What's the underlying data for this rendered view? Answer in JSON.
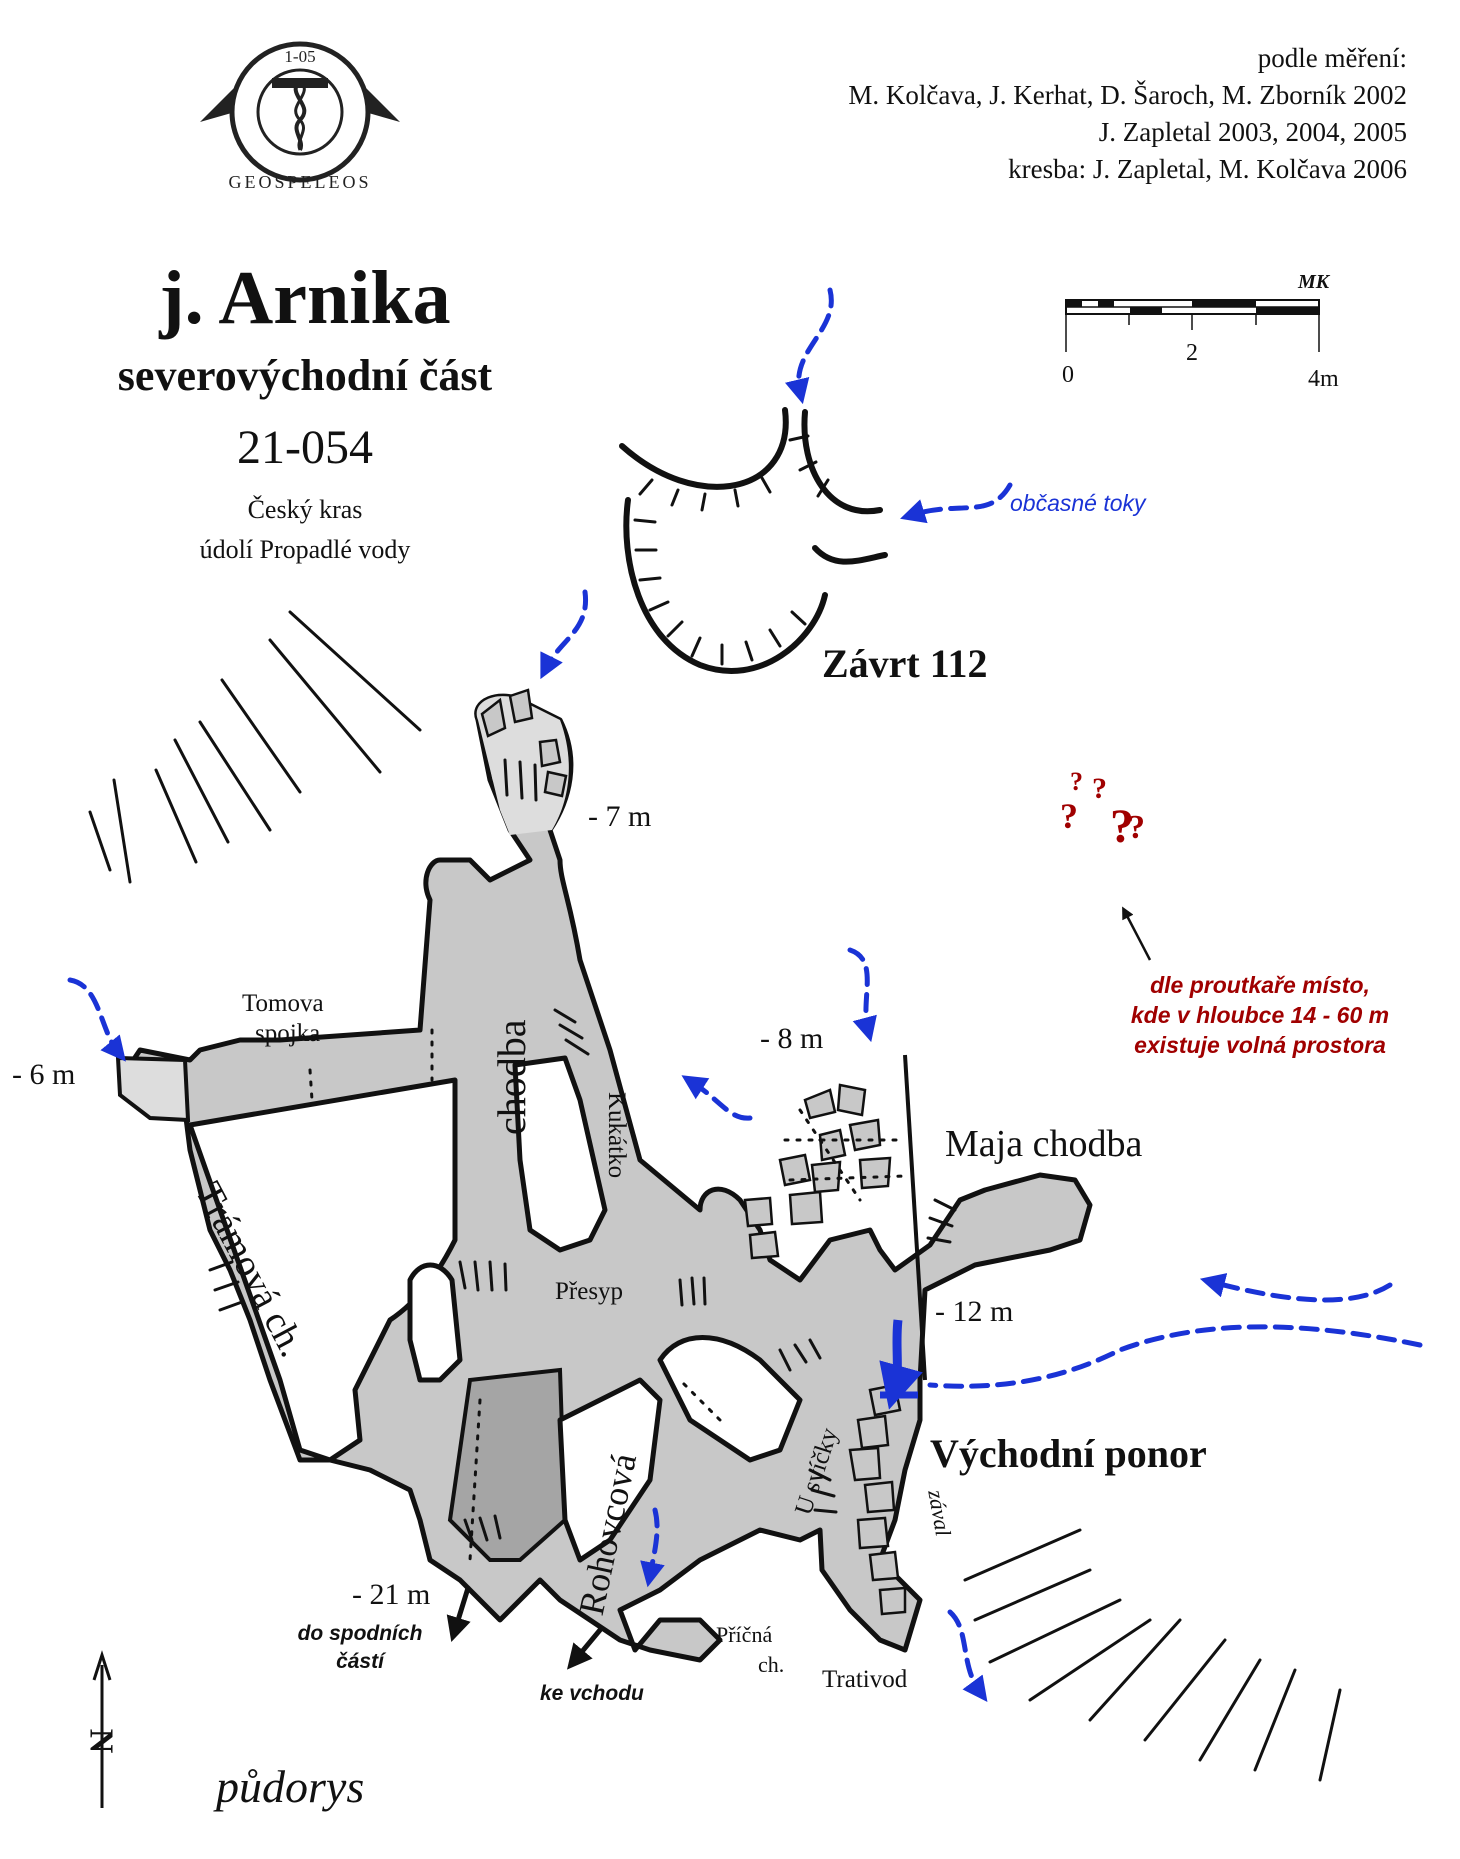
{
  "logo": {
    "code": "1-05",
    "ring_text": "GEOSPELEOS"
  },
  "credits": {
    "line1": "podle měření:",
    "line2": "M. Kolčava, J. Kerhat, D. Šaroch, M. Zborník 2002",
    "line3": "J. Zapletal 2003, 2004, 2005",
    "line4": "kresba:   J. Zapletal, M. Kolčava 2006"
  },
  "title": {
    "main": "j. Arnika",
    "subtitle": "severovýchodní část",
    "number": "21-054",
    "region": "Český kras",
    "valley": "údolí Propadlé vody"
  },
  "scale": {
    "signature": "MK",
    "label_0": "0",
    "label_2": "2",
    "label_4": "4m"
  },
  "labels": {
    "zavrt": "Závrt 112",
    "depth_7": "- 7 m",
    "depth_6": "- 6 m",
    "depth_8": "- 8 m",
    "depth_12": "- 12 m",
    "depth_21": "- 21 m",
    "tomova_1": "Tomova",
    "tomova_2": "spojka",
    "chodba": "chodba",
    "kukatko": "Kukátko",
    "tramova": "Trámová ch.",
    "presyp": "Přesyp",
    "maja": "Maja chodba",
    "vychodni": "Východní ponor",
    "u_svicky": "U svíčky",
    "zaval": "zával",
    "rohovcova": "Rohovcová",
    "pricna_1": "Příčná",
    "pricna_2": "ch.",
    "trativod": "Trativod",
    "pudorys": "půdorys",
    "north": "N"
  },
  "notes": {
    "obcasne": "občasné toky",
    "dowser_1": "dle proutkaře místo,",
    "dowser_2": "kde v hloubce 14 - 60 m",
    "dowser_3": "existuje volná prostora",
    "spodni_1": "do spodních",
    "spodni_2": "částí",
    "ke_vchodu": "ke vchodu"
  },
  "colors": {
    "passage_fill": "#c8c8c8",
    "dark_passage_fill": "#a5a5a5",
    "light_fill": "#dddddd",
    "water_blue": "#1a33d6",
    "note_red": "#a00000",
    "ink": "#111111"
  }
}
